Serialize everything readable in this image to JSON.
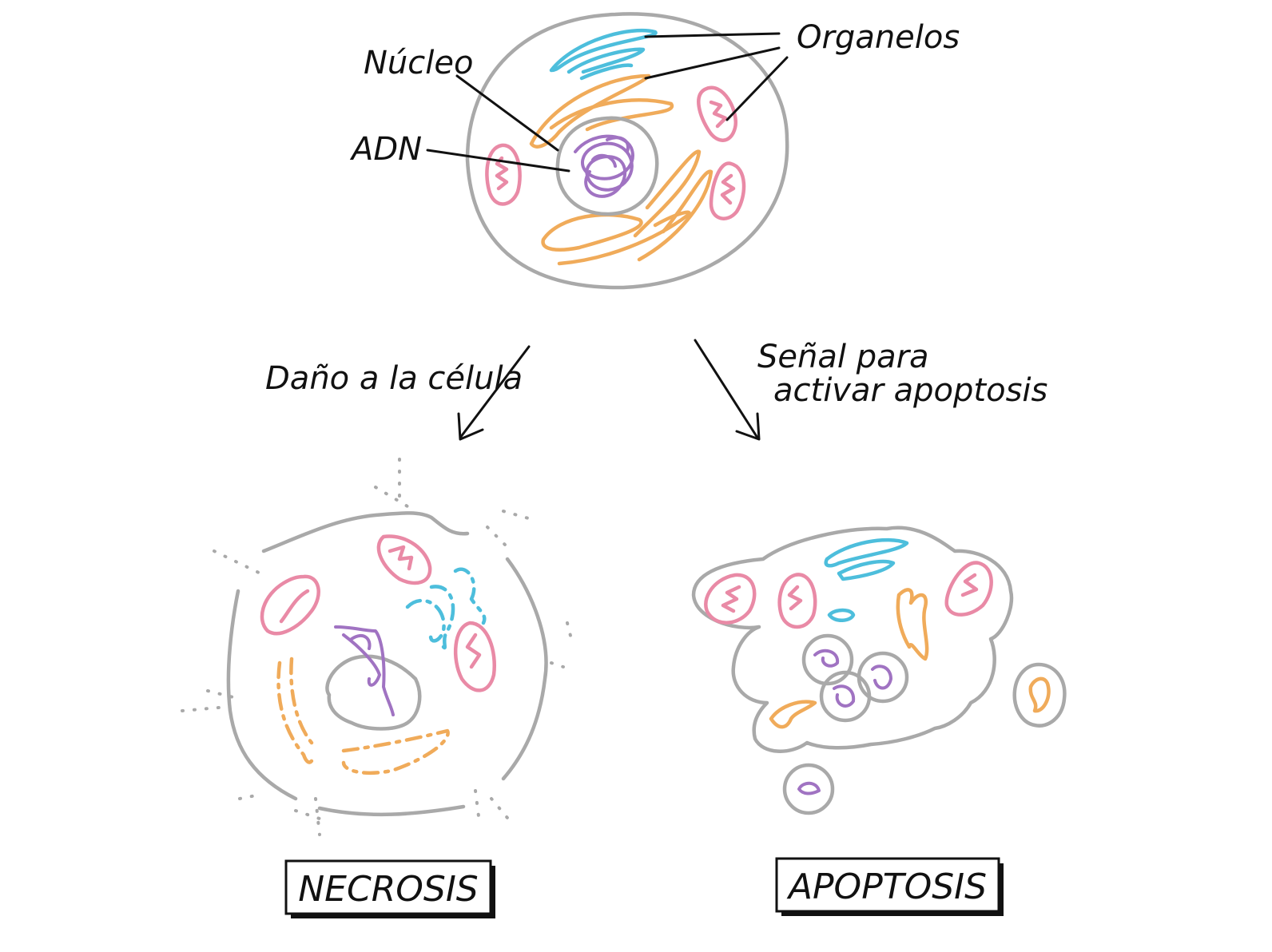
{
  "labels": {
    "organelles": "Organelos",
    "nucleus": "Núcleo",
    "dna": "ADN",
    "damage": "Daño a la célula",
    "signal_line1": "Señal para",
    "signal_line2": "activar apoptosis"
  },
  "outcomes": {
    "necrosis": "NECROSIS",
    "apoptosis": "APOPTOSIS"
  },
  "colors": {
    "membrane": "#a9a9a9",
    "mitochondria": "#e98aa6",
    "golgi": "#f0ab5a",
    "er": "#4dbedc",
    "dna": "#a073c2",
    "ink": "#111111"
  }
}
